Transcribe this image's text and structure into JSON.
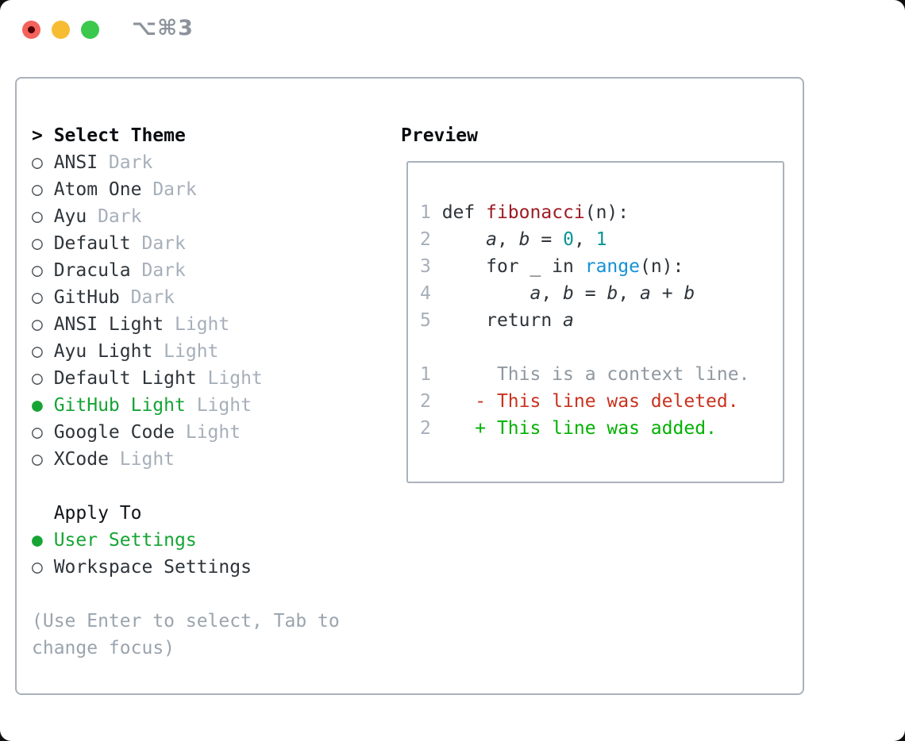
{
  "window": {
    "title": "⌥⌘3",
    "traffic_lights": [
      "close",
      "minimize",
      "zoom"
    ]
  },
  "icons": {
    "cursor": ">",
    "radio_unselected": "○",
    "radio_selected": "●"
  },
  "theme_panel": {
    "header": {
      "cursor": ">",
      "label": "Select Theme"
    },
    "items": [
      {
        "name": "ANSI",
        "tag": "Dark",
        "selected": false
      },
      {
        "name": "Atom One",
        "tag": "Dark",
        "selected": false
      },
      {
        "name": "Ayu",
        "tag": "Dark",
        "selected": false
      },
      {
        "name": "Default",
        "tag": "Dark",
        "selected": false
      },
      {
        "name": "Dracula",
        "tag": "Dark",
        "selected": false
      },
      {
        "name": "GitHub",
        "tag": "Dark",
        "selected": false
      },
      {
        "name": "ANSI Light",
        "tag": "Light",
        "selected": false
      },
      {
        "name": "Ayu Light",
        "tag": "Light",
        "selected": false
      },
      {
        "name": "Default Light",
        "tag": "Light",
        "selected": false
      },
      {
        "name": "GitHub Light",
        "tag": "Light",
        "selected": true
      },
      {
        "name": "Google Code",
        "tag": "Light",
        "selected": false
      },
      {
        "name": "XCode",
        "tag": "Light",
        "selected": false
      }
    ],
    "apply_to": {
      "label": "Apply To",
      "options": [
        {
          "name": "User Settings",
          "selected": true
        },
        {
          "name": "Workspace Settings",
          "selected": false
        }
      ]
    },
    "help_lines": [
      "(Use Enter to select, Tab to",
      "change focus)"
    ]
  },
  "preview": {
    "label": "Preview",
    "code_lines": [
      {
        "num": "1",
        "segments": [
          {
            "t": " def ",
            "c": "plain"
          },
          {
            "t": "fibonacci",
            "c": "function"
          },
          {
            "t": "(n):",
            "c": "plain"
          }
        ]
      },
      {
        "num": "2",
        "segments": [
          {
            "t": "     ",
            "c": "plain"
          },
          {
            "t": "a",
            "c": "variable"
          },
          {
            "t": ", ",
            "c": "plain"
          },
          {
            "t": "b",
            "c": "variable"
          },
          {
            "t": " = ",
            "c": "plain"
          },
          {
            "t": "0",
            "c": "number"
          },
          {
            "t": ", ",
            "c": "plain"
          },
          {
            "t": "1",
            "c": "number"
          }
        ]
      },
      {
        "num": "3",
        "segments": [
          {
            "t": "     for _ in ",
            "c": "plain"
          },
          {
            "t": "range",
            "c": "builtin"
          },
          {
            "t": "(n):",
            "c": "plain"
          }
        ]
      },
      {
        "num": "4",
        "segments": [
          {
            "t": "         ",
            "c": "plain"
          },
          {
            "t": "a",
            "c": "variable"
          },
          {
            "t": ", ",
            "c": "plain"
          },
          {
            "t": "b",
            "c": "variable"
          },
          {
            "t": " = ",
            "c": "plain"
          },
          {
            "t": "b",
            "c": "variable"
          },
          {
            "t": ", ",
            "c": "plain"
          },
          {
            "t": "a",
            "c": "variable"
          },
          {
            "t": " + ",
            "c": "plain"
          },
          {
            "t": "b",
            "c": "variable"
          }
        ]
      },
      {
        "num": "5",
        "segments": [
          {
            "t": "     return ",
            "c": "plain"
          },
          {
            "t": "a",
            "c": "variable"
          }
        ]
      },
      {
        "num": "",
        "segments": []
      },
      {
        "num": "1",
        "segments": [
          {
            "t": "      This is a context line.",
            "c": "context"
          }
        ]
      },
      {
        "num": "2",
        "segments": [
          {
            "t": "    ",
            "c": "plain"
          },
          {
            "t": "- This line was deleted.",
            "c": "deleted"
          }
        ]
      },
      {
        "num": "2",
        "segments": [
          {
            "t": "    ",
            "c": "plain"
          },
          {
            "t": "+ This line was added.",
            "c": "added"
          }
        ]
      }
    ]
  },
  "colors": {
    "selection_green": "#16a434",
    "added_green": "#02b102",
    "deleted_red": "#c9321f",
    "function_red": "#9e1b23",
    "builtin_blue": "#1591d6",
    "number_teal": "#0d9494",
    "muted_gray": "#a6afba",
    "line_number_gray": "#a6aeb9",
    "text_dark": "#2e343a",
    "border_gray": "#a9b2bc",
    "traffic_red": "#f4625c",
    "traffic_yellow": "#f6bd33",
    "traffic_green": "#3bc84c"
  }
}
